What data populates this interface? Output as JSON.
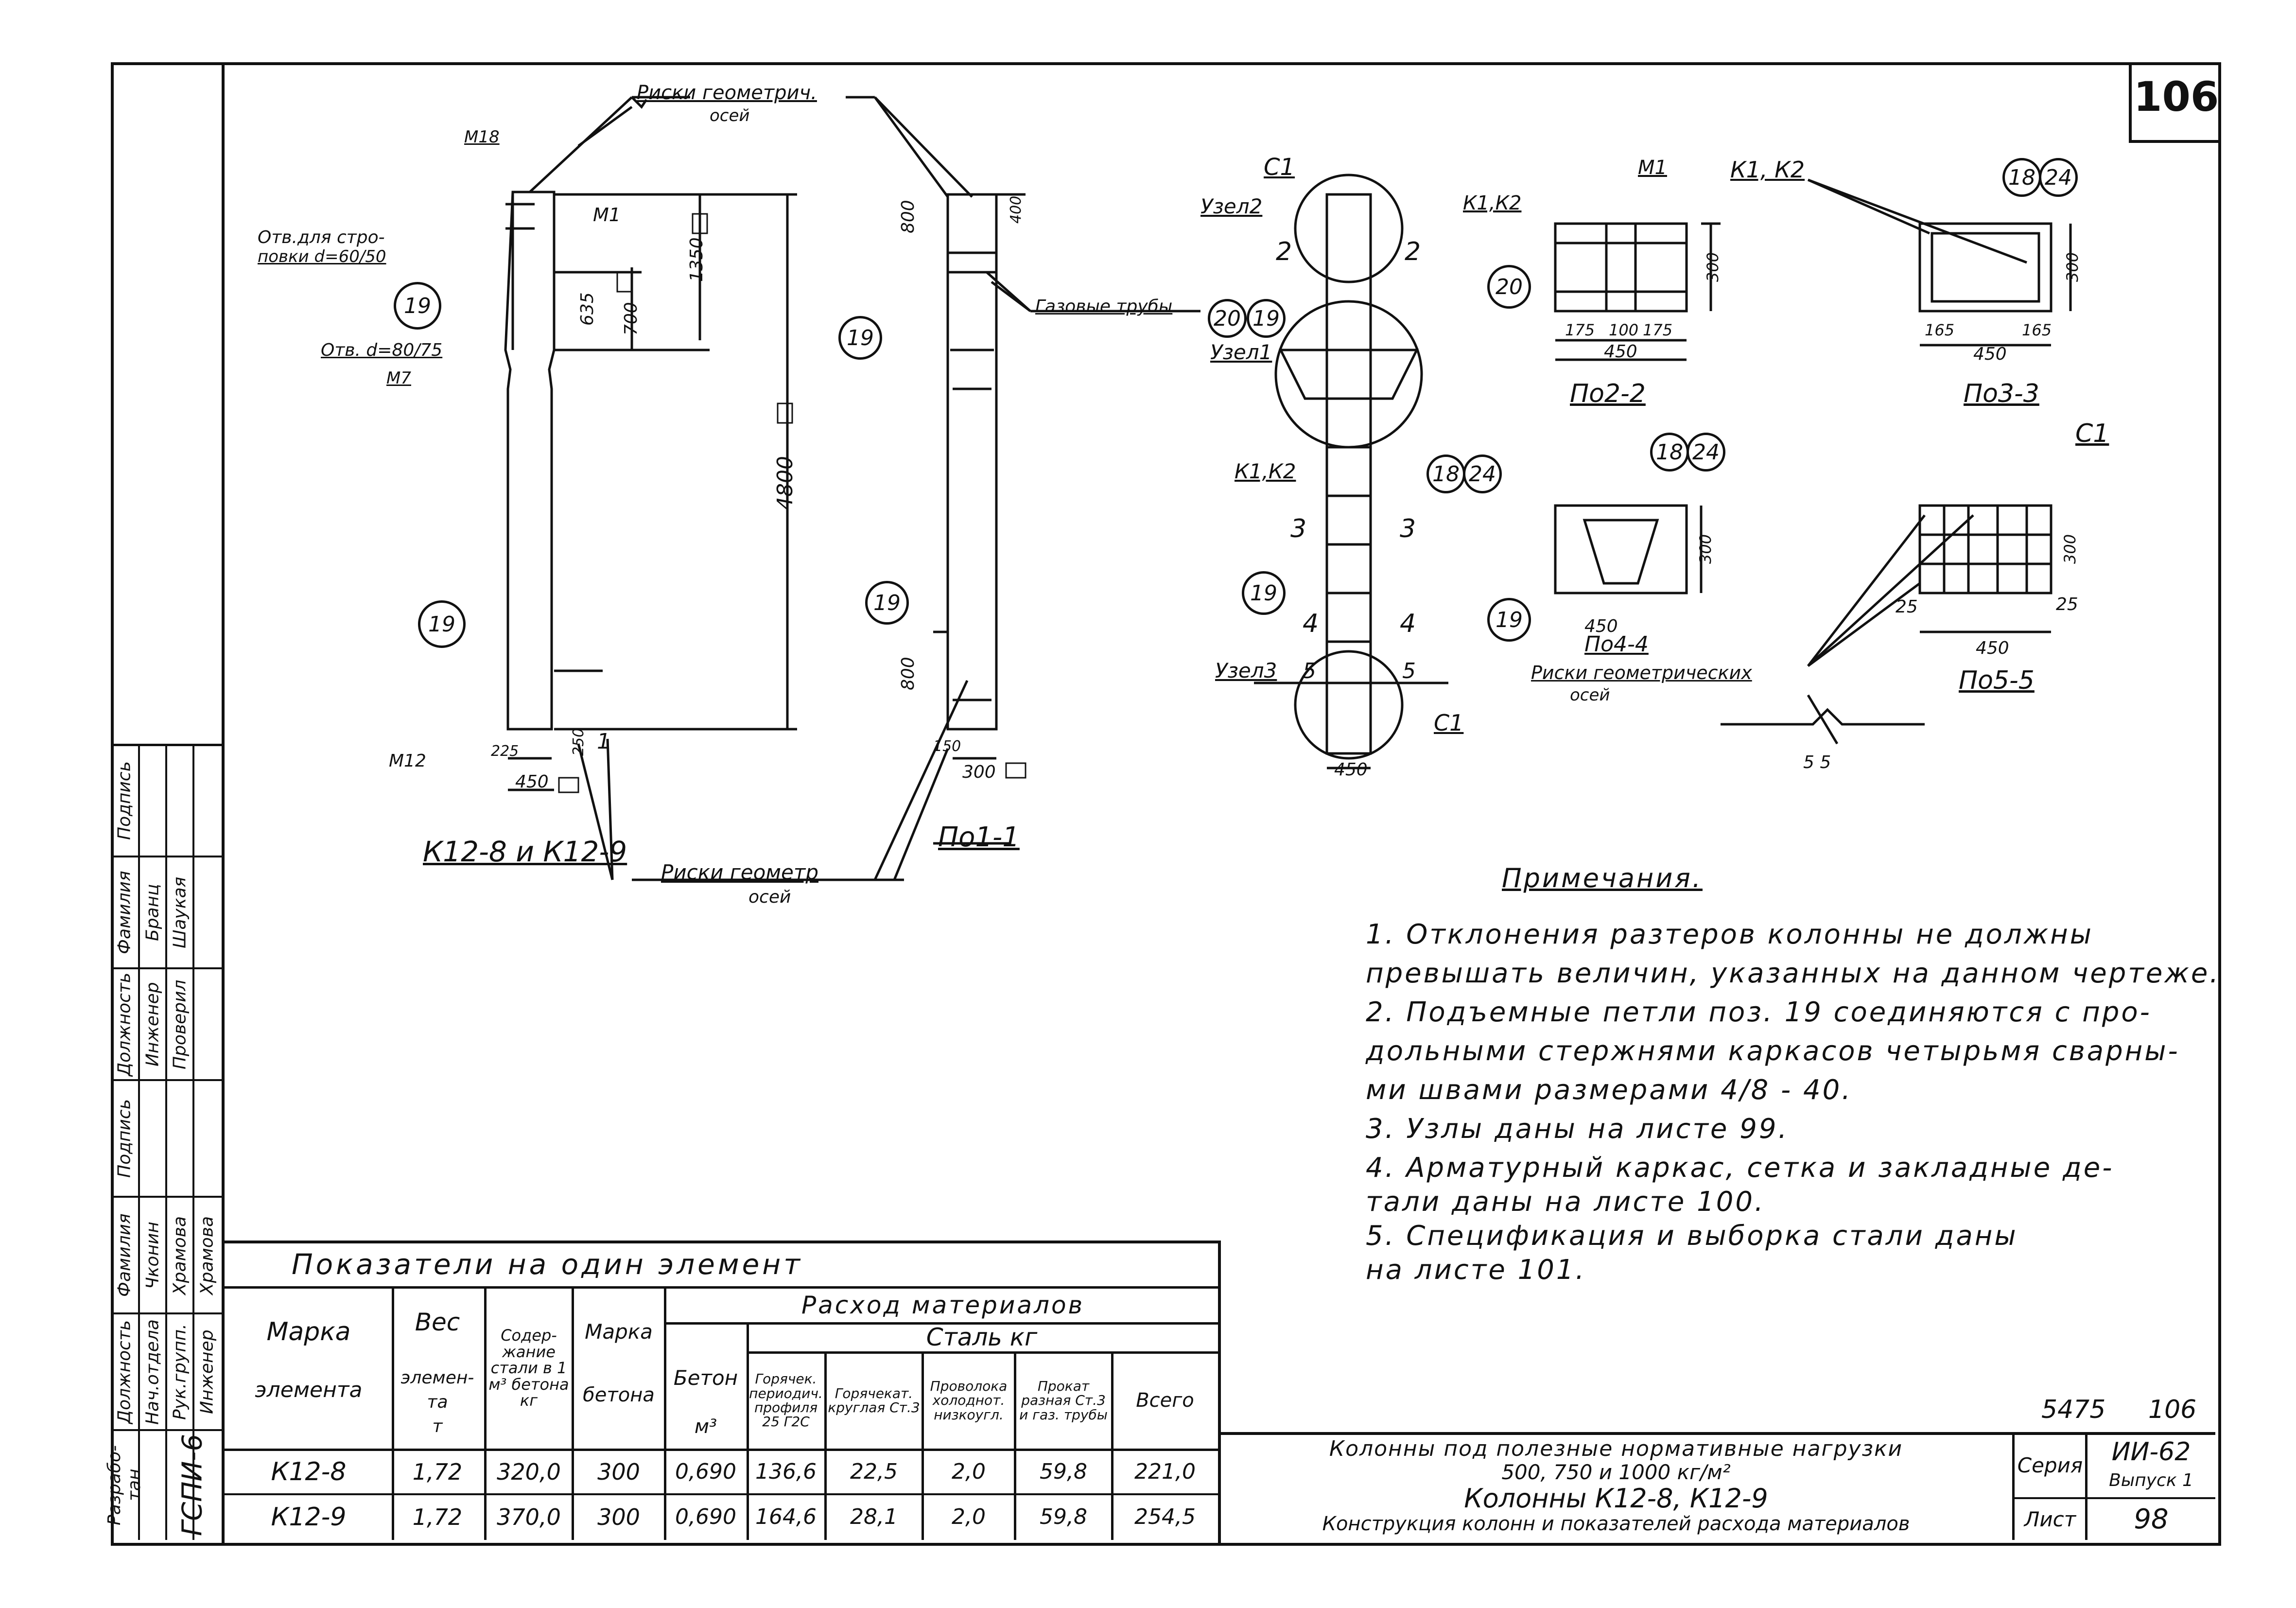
{
  "sheet_number_top": "106",
  "drawing_labels": {
    "main_view_title": "К12-8 и К12-9",
    "section_1_title": "По1-1",
    "section_22_title": "По2-2",
    "section_33_title": "По3-3",
    "section_44_title": "По4-4",
    "section_55_title": "По5-5",
    "risks_geom_top": "Риски геометрич.",
    "risks_geom_top_2": "осей",
    "risks_geom_bottom": "Риски геометр",
    "risks_geom_bottom_2": "осей",
    "risks_geom_right": "Риски геометрических",
    "risks_geom_right_2": "осей",
    "gas_pipes": "Газовые трубы",
    "hole_slinging": "Отв.для стро-",
    "hole_slinging_2": "повки d=60/50",
    "hole_d": "Отв. d=80/75",
    "m18": "М18",
    "m1": "М1",
    "m7": "М7",
    "m12": "М12",
    "c1_top": "С1",
    "c1_bottom": "С1",
    "c1_right": "С1",
    "node2": "Узел2",
    "node1": "Узел1",
    "node3": "Узел3",
    "k1k2_mid": "К1,К2",
    "k1k2_sec": "К1,К2",
    "k1k2_sec_b": "К1, К2",
    "m1_sec": "М1",
    "dim_4800": "4800",
    "dim_1350": "1350",
    "dim_700": "700",
    "dim_635": "635",
    "dim_450_a": "450",
    "dim_450_b": "450",
    "dim_450_c": "450",
    "dim_450_d": "450",
    "dim_450_e": "450",
    "dim_450_f": "450",
    "dim_300_a": "300",
    "dim_300_b": "300",
    "dim_300_c": "300",
    "dim_300_d": "300",
    "dim_300_e": "300",
    "dim_800_a": "800",
    "dim_800_b": "800",
    "dim_400": "400",
    "dim_175a": "175",
    "dim_100": "100",
    "dim_175b": "175",
    "dim_165a": "165",
    "dim_165b": "165",
    "dim_25a": "25",
    "dim_25b": "25",
    "dim_225": "225",
    "dim_150": "150",
    "dim_250": "250",
    "num_2a": "2",
    "num_2b": "2",
    "num_3a": "3",
    "num_3b": "3",
    "num_4a": "4",
    "num_4b": "4",
    "num_5a": "5",
    "num_5b": "5",
    "num_1": "1",
    "weld_5": "5 5"
  },
  "bubbles": [
    "19",
    "19",
    "19",
    "19",
    "20",
    "19",
    "18",
    "24",
    "19",
    "20",
    "18",
    "24",
    "18",
    "24",
    "19"
  ],
  "notes": {
    "title": "Примечания.",
    "lines": [
      "1. Отклонения разтеров колонны  не должны",
      "   превышать величин, указанных на данном чертеже.",
      "2. Подъемные  петли  поз. 19  соединяются с про-",
      "   дольными стержнями каркасов четырьмя сварны-",
      "   ми швами размерами 4/8 - 40.",
      "3. Узлы даны на листе 99.",
      "4. Арматурный каркас, сетка и закладные де-",
      "   тали даны на листе 100.",
      "5. Спецификация и выборка  стали  даны",
      "   на листе 101."
    ]
  },
  "table": {
    "title": "Показатели    на     один    элемент",
    "headers": {
      "marka": "Марка",
      "marka_2": "элемента",
      "ves": "Вес",
      "ves_2": "элемен-",
      "ves_3": "та",
      "ves_4": "т",
      "soder": "Содер-жание стали в 1 м³ бетона кг",
      "marka_bet": "Марка",
      "marka_bet_2": "бетона",
      "rashod": "Расход     материалов",
      "beton": "Бетон",
      "beton_unit": "м³",
      "stal": "Сталь  кг",
      "st1": "Горячек. периодич. профиля 25 Г2С",
      "st2": "Горячекат. круглая Ст.3",
      "st3": "Проволока холоднот. низкоугл.",
      "st4": "Прокат разная Ст.3 и газ. трубы",
      "vsego": "Всего"
    },
    "rows": [
      [
        "К12-8",
        "1,72",
        "320,0",
        "300",
        "0,690",
        "136,6",
        "22,5",
        "2,0",
        "59,8",
        "221,0"
      ],
      [
        "К12-9",
        "1,72",
        "370,0",
        "300",
        "0,690",
        "164,6",
        "28,1",
        "2,0",
        "59,8",
        "254,5"
      ]
    ]
  },
  "stamp": {
    "code": "5475",
    "code_num": "106",
    "title_1": "Колонны под полезные нормативные нагрузки",
    "title_2": "500, 750 и 1000 кг/м²",
    "title_3": "Колонны К12-8, К12-9",
    "title_4": "Конструкция колонн и показателей расхода материалов",
    "seria_label": "Серия",
    "seria_value": "ИИ-62",
    "vypusk": "Выпуск 1",
    "list_label": "Лист",
    "list_value": "98"
  },
  "side_stamp": {
    "org": "ГСПИ-6",
    "cols": [
      [
        "Разрабо-тан",
        "Нач.отдела",
        "Рук.групп.",
        "Инженер"
      ],
      [
        "",
        "Чконин",
        "Храмова",
        "Храмова"
      ],
      [
        "",
        "",
        "",
        ""
      ],
      [
        "Должность",
        "Инженер",
        "Проверил",
        ""
      ],
      [
        "Фамилия",
        "Бранц",
        "Шаукая",
        ""
      ],
      [
        "Подпись",
        "",
        "",
        ""
      ]
    ],
    "labels": [
      "Должность",
      "Фамилия",
      "Подпись",
      "Должность",
      "Фамилия",
      "Подпись"
    ]
  }
}
